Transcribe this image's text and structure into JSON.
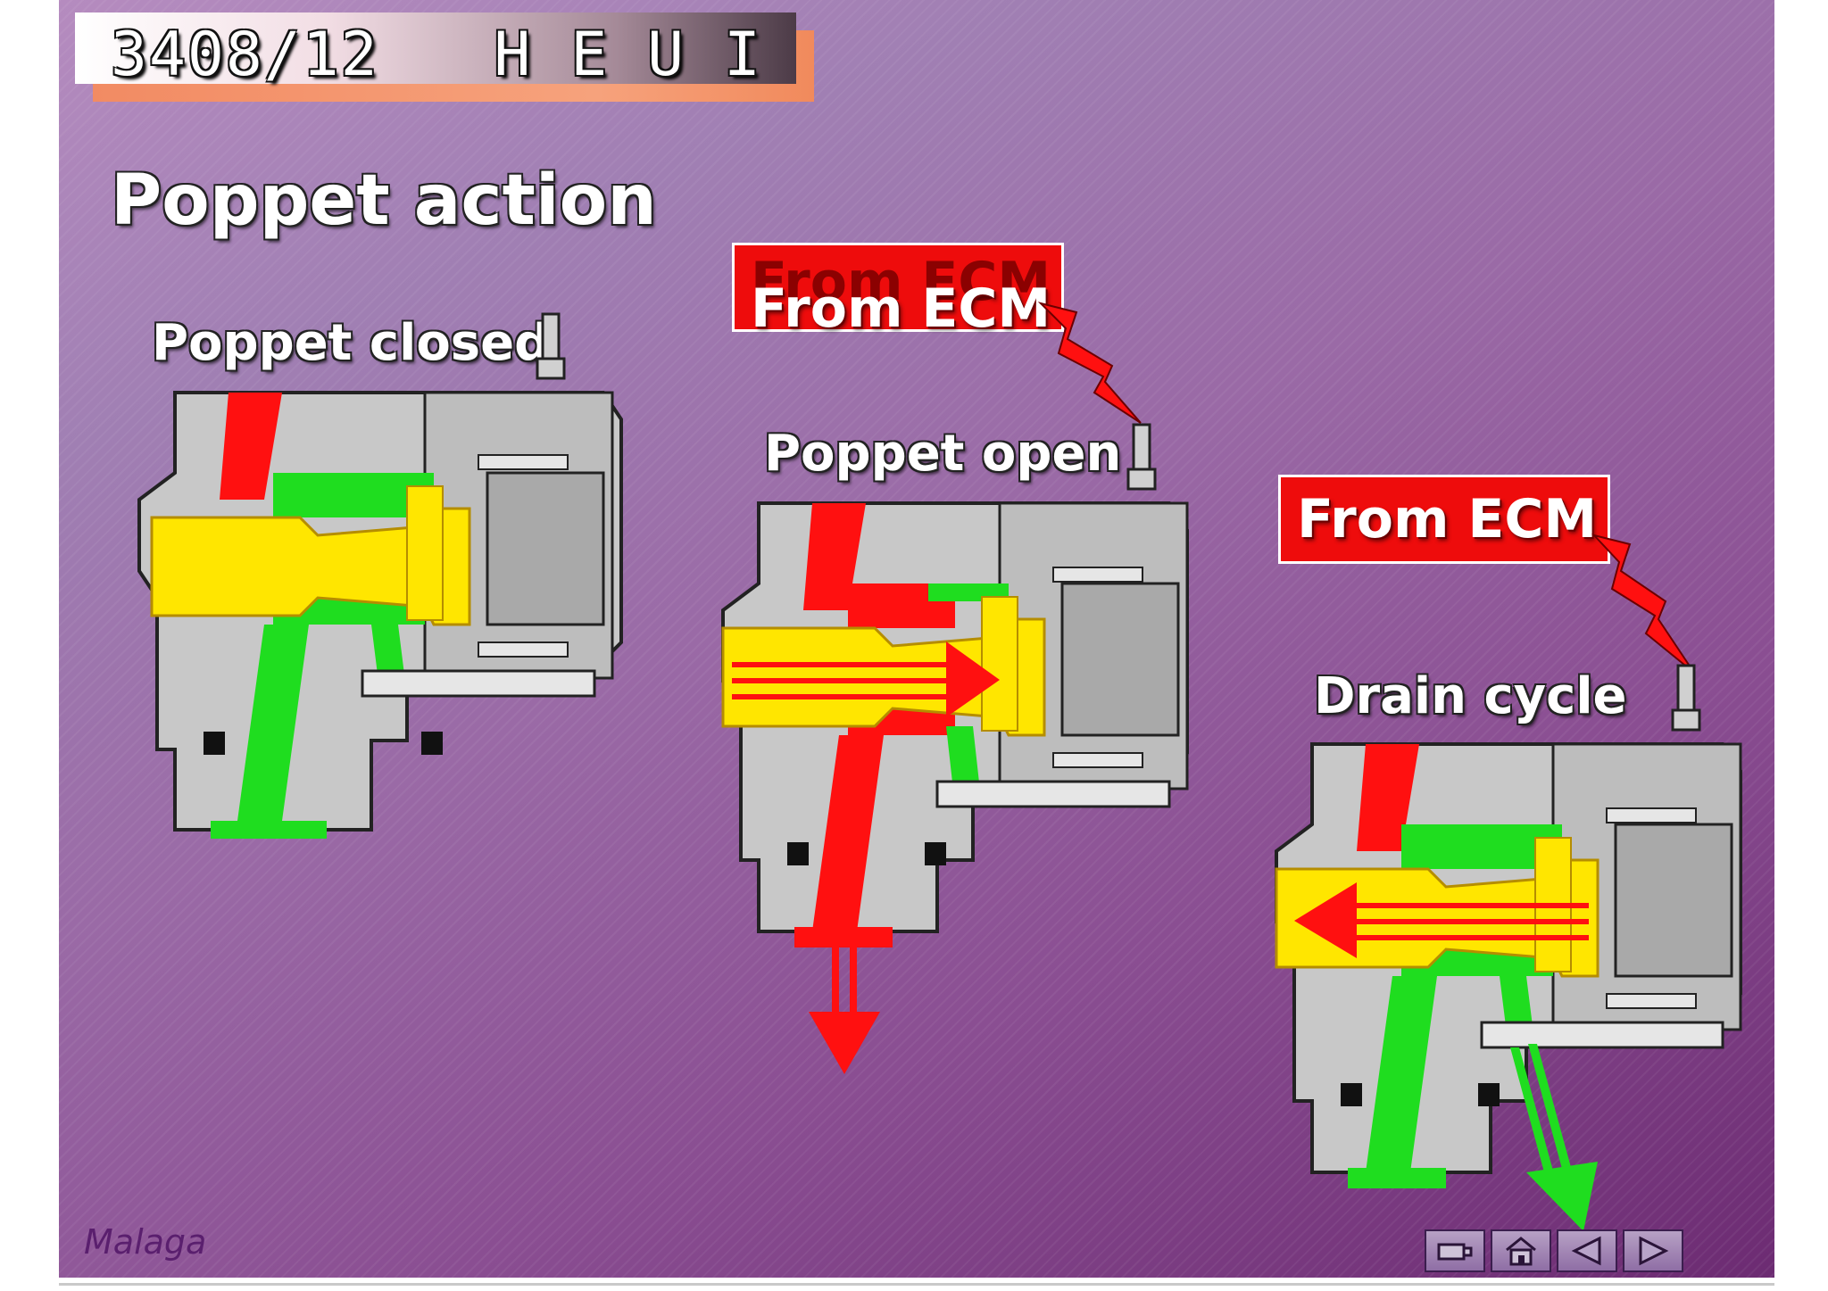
{
  "header": {
    "code": "3408/12",
    "title": "H E U I"
  },
  "heading": "Poppet action",
  "diagrams": {
    "closed": {
      "label": "Poppet closed"
    },
    "open": {
      "label": "Poppet open",
      "ecm_label": "From ECM"
    },
    "drain": {
      "label": "Drain cycle",
      "ecm_label": "From ECM"
    }
  },
  "footer": {
    "location": "Malaga"
  },
  "nav": {
    "icons": [
      "camera-icon",
      "home-icon",
      "previous-icon",
      "next-icon"
    ]
  },
  "colors": {
    "oil_pressure": "#ff1010",
    "drain": "#1fdd1f",
    "poppet": "#ffe600",
    "body": "#c8c8c8"
  }
}
